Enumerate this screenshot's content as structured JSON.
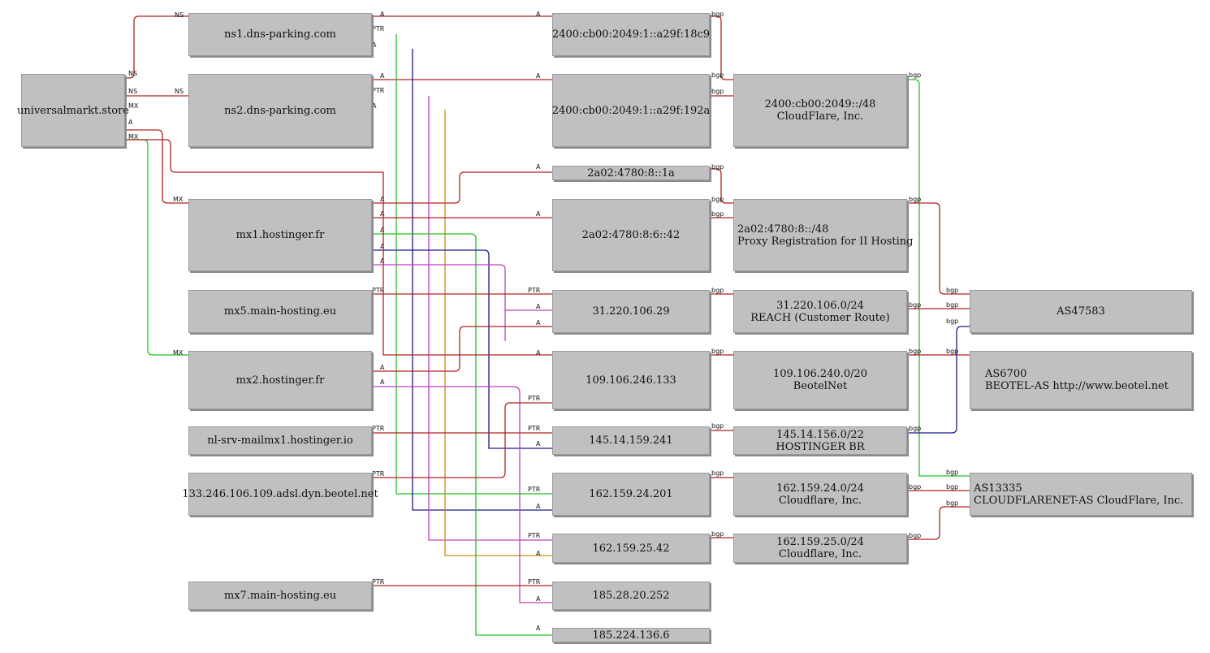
{
  "colors": {
    "node_fill": "#c0bfc2",
    "red": "#b22222",
    "green": "#22c022",
    "blue": "#1a1a8c",
    "magenta": "#c040c0",
    "orange": "#d08a10"
  },
  "nodes": [
    {
      "id": "universalmarkt",
      "lines": [
        "universalmarkt.store"
      ]
    },
    {
      "id": "ns1",
      "lines": [
        "ns1.dns-parking.com"
      ]
    },
    {
      "id": "ns2",
      "lines": [
        "ns2.dns-parking.com"
      ]
    },
    {
      "id": "mx1",
      "lines": [
        "mx1.hostinger.fr"
      ]
    },
    {
      "id": "mx5",
      "lines": [
        "mx5.main-hosting.eu"
      ]
    },
    {
      "id": "mx2",
      "lines": [
        "mx2.hostinger.fr"
      ]
    },
    {
      "id": "nlsrv",
      "lines": [
        "nl-srv-mailmx1.hostinger.io"
      ]
    },
    {
      "id": "beotel",
      "lines": [
        "133.246.106.109.adsl.dyn.beotel.net"
      ]
    },
    {
      "id": "mx7",
      "lines": [
        "mx7.main-hosting.eu"
      ]
    },
    {
      "id": "ip6a",
      "lines": [
        "2400:cb00:2049:1::a29f:18c9"
      ]
    },
    {
      "id": "ip6b",
      "lines": [
        "2400:cb00:2049:1::a29f:192a"
      ]
    },
    {
      "id": "ip6c",
      "lines": [
        "2a02:4780:8::1a"
      ]
    },
    {
      "id": "ip6d",
      "lines": [
        "2a02:4780:8:6::42"
      ]
    },
    {
      "id": "ip31",
      "lines": [
        "31.220.106.29"
      ]
    },
    {
      "id": "ip109",
      "lines": [
        "109.106.246.133"
      ]
    },
    {
      "id": "ip145",
      "lines": [
        "145.14.159.241"
      ]
    },
    {
      "id": "ip162a",
      "lines": [
        "162.159.24.201"
      ]
    },
    {
      "id": "ip162b",
      "lines": [
        "162.159.25.42"
      ]
    },
    {
      "id": "ip185a",
      "lines": [
        "185.28.20.252"
      ]
    },
    {
      "id": "ip185b",
      "lines": [
        "185.224.136.6"
      ]
    },
    {
      "id": "pfx2400",
      "lines": [
        "2400:cb00:2049::/48",
        "CloudFlare, Inc."
      ]
    },
    {
      "id": "pfx2a02",
      "lines": [
        "2a02:4780:8::/48",
        "Proxy Registration for II Hosting"
      ]
    },
    {
      "id": "pfx31",
      "lines": [
        "31.220.106.0/24",
        "REACH (Customer Route)"
      ]
    },
    {
      "id": "pfx109",
      "lines": [
        "109.106.240.0/20",
        "BeotelNet"
      ]
    },
    {
      "id": "pfx145",
      "lines": [
        "145.14.156.0/22",
        "HOSTINGER BR"
      ]
    },
    {
      "id": "pfx162a",
      "lines": [
        "162.159.24.0/24",
        "Cloudflare, Inc."
      ]
    },
    {
      "id": "pfx162b",
      "lines": [
        "162.159.25.0/24",
        "Cloudflare, Inc."
      ]
    },
    {
      "id": "as47583",
      "lines": [
        "AS47583"
      ]
    },
    {
      "id": "as6700",
      "lines": [
        "AS6700",
        "BEOTEL-AS http://www.beotel.net"
      ]
    },
    {
      "id": "as13335",
      "lines": [
        "AS13335",
        "CLOUDFLARENET-AS CloudFlare, Inc."
      ]
    }
  ],
  "edge_labels": {
    "ns": "NS",
    "mx": "MX",
    "a": "A",
    "ptr": "PTR",
    "bgp": "bgp"
  }
}
